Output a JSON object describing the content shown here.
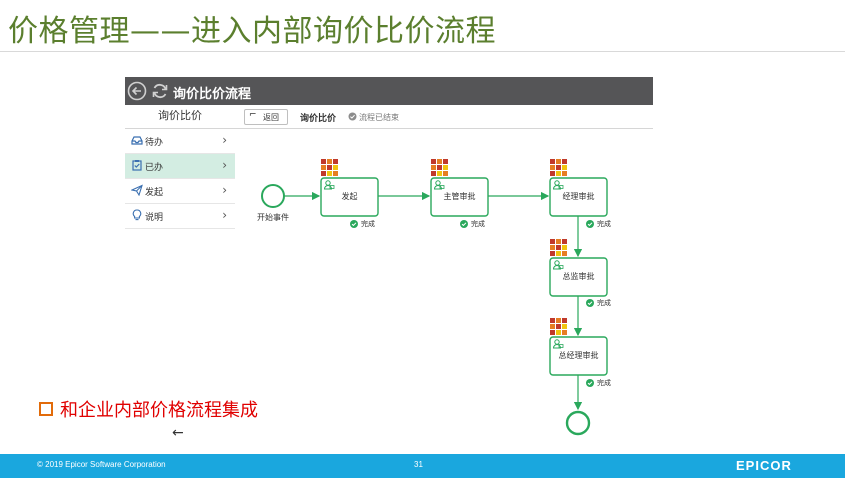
{
  "slide": {
    "title": "价格管理——进入内部询价比价流程",
    "bullet": "和企业内部价格流程集成",
    "cursor": "←"
  },
  "app": {
    "title": "询价比价流程",
    "sidebar_heading": "询价比价",
    "sidebar_items": [
      {
        "label": "待办",
        "icon": "inbox-icon",
        "active": false
      },
      {
        "label": "已办",
        "icon": "clipboard-check-icon",
        "active": true
      },
      {
        "label": "发起",
        "icon": "send-icon",
        "active": false
      },
      {
        "label": "说明",
        "icon": "lightbulb-icon",
        "active": false
      }
    ],
    "back_label": "返回",
    "breadcrumb": "询价比价",
    "status": "流程已结束"
  },
  "flow": {
    "start_label": "开始事件",
    "nodes": [
      {
        "label": "发起",
        "status": "完成"
      },
      {
        "label": "主管审批",
        "status": "完成"
      },
      {
        "label": "经理审批",
        "status": "完成"
      },
      {
        "label": "总监审批",
        "status": "完成"
      },
      {
        "label": "总经理审批",
        "status": "完成"
      }
    ],
    "accent": "#2aa85c"
  },
  "footer": {
    "copyright": "© 2019 Epicor Software Corporation",
    "page": "31",
    "logo": "EPICOR"
  }
}
